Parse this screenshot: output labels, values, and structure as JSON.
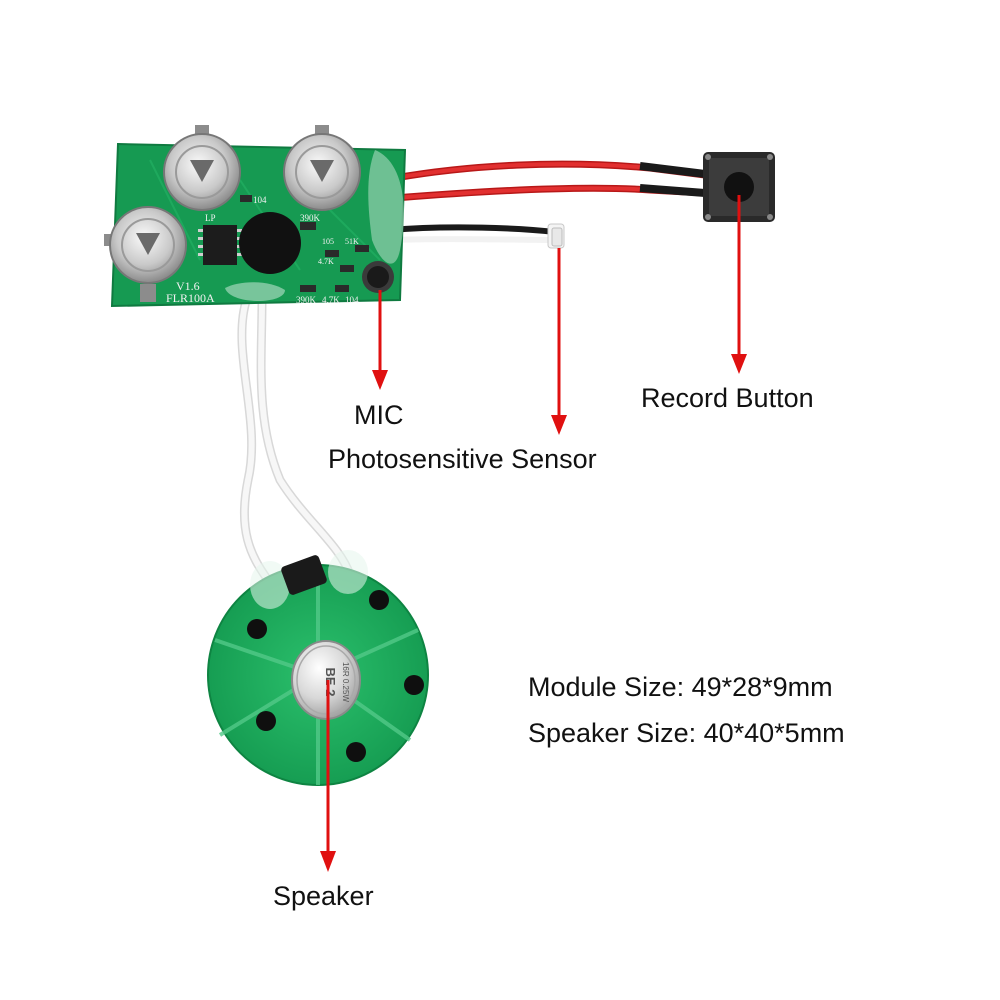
{
  "pcb": {
    "version_label": "V1.6",
    "model_label": "FLR100A",
    "silkscreen": [
      "LP",
      "104",
      "390K",
      "105",
      "51K",
      "4.7K",
      "390K",
      "4.7K",
      "104"
    ]
  },
  "speaker_marking": "BE 2",
  "speaker_rating": "16R 0.25W",
  "annotations": {
    "mic": "MIC",
    "photosensitive_sensor": "Photosensitive Sensor",
    "record_button": "Record Button",
    "speaker": "Speaker"
  },
  "specs": {
    "module_size": "Module Size: 49*28*9mm",
    "speaker_size": "Speaker Size: 40*40*5mm"
  },
  "colors": {
    "pcb_green": "#169a52",
    "speaker_green": "#22b060",
    "arrow_red": "#e01010",
    "wire_red": "#d42020",
    "wire_black": "#1a1a1a",
    "wire_white": "#f4f4f4"
  }
}
